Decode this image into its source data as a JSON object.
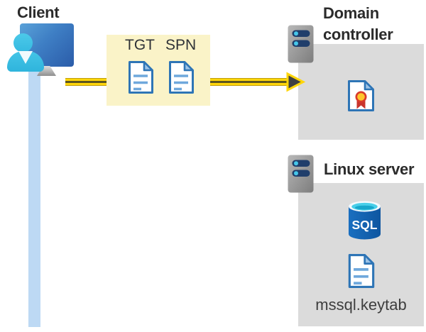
{
  "client": {
    "label": "Client"
  },
  "credentials": {
    "tgt": "TGT",
    "spn": "SPN"
  },
  "domain_controller": {
    "label": "Domain controller"
  },
  "linux_server": {
    "label": "Linux server",
    "sql_badge": "SQL",
    "keytab_file": "mssql.keytab"
  },
  "colors": {
    "highlight_box_yellow": "#FAF3C8",
    "panel_gray": "#DBDBDB",
    "arrow_yellow": "#FFD60A",
    "arrowhead_gray": "#3F4142",
    "timeline_blue": "#BDD9F4",
    "document_blue": "#2E75B6",
    "document_line_blue": "#6FA8DC",
    "monitor_blue": "#3E7EC4",
    "person_cyan": "#38BCE2",
    "server_gray": "#9A9A9A",
    "server_slot_navy": "#203E6B",
    "server_dot_cyan": "#45C6E9",
    "sql_body_blue": "#1464B4",
    "sql_top_cyan": "#49CFE9",
    "certificate_red": "#D93A2B",
    "certificate_gold": "#FFC62D",
    "text_dark": "#2B2B2B"
  }
}
